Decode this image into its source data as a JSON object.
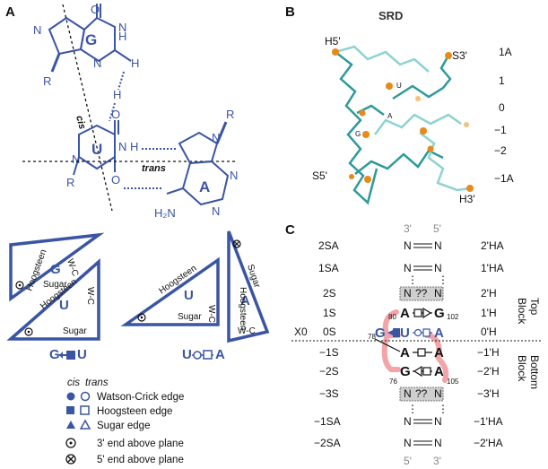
{
  "panels": {
    "a": "A",
    "b": "B",
    "c": "C"
  },
  "panel_a": {
    "base_g": "G",
    "base_u": "U",
    "base_a": "A",
    "atom_n": "N",
    "atom_h": "H",
    "atom_o": "O",
    "atom_r": "R",
    "atom_h2n": "H₂N",
    "label_cis": "cis",
    "label_trans": "trans",
    "tri_hoogsteen": "Hoogsteen",
    "tri_sugar": "Sugar",
    "tri_wc": "W-C",
    "notation_left": "G←U",
    "notation_right": "U–○□–A",
    "legend_cis": "cis",
    "legend_trans": "trans",
    "legend_items": [
      "Watson-Crick edge",
      "Hoogsteen edge",
      "Sugar edge",
      "3' end above plane",
      "5' end above plane"
    ]
  },
  "panel_b": {
    "title": "SRD",
    "labels": {
      "h5": "H5'",
      "s3": "S3'",
      "s5": "S5'",
      "h3": "H3'",
      "u": "U",
      "a": "A",
      "g": "G"
    },
    "axis": [
      "1A",
      "1",
      "0",
      "−1",
      "−2",
      "−1A"
    ]
  },
  "panel_c": {
    "top_prime_left": "3'",
    "top_prime_right": "5'",
    "bottom_prime_left": "5'",
    "bottom_prime_right": "3'",
    "left_col": [
      "2SA",
      "1SA",
      "2S",
      "1S",
      "0S",
      "−1S",
      "−2S",
      "−3S",
      "−1SA",
      "−2SA"
    ],
    "right_col": [
      "2'HA",
      "1'HA",
      "2'H",
      "1'H",
      "0'H",
      "−1'H",
      "−2'H",
      "−3'H",
      "−1'HA",
      "−2'HA"
    ],
    "x0_label": "X0",
    "pair_n": "N",
    "pair_unknown": "??",
    "pairs": [
      {
        "left": "A",
        "right": "G",
        "num_left": "80",
        "num_right": "102"
      },
      {
        "left": "U",
        "right": "A",
        "num_left": "",
        "num_right": ""
      },
      {
        "left": "A",
        "right": "A",
        "num_left": "",
        "num_right": ""
      },
      {
        "left": "G",
        "right": "A",
        "num_left": "76",
        "num_right": "105"
      }
    ],
    "side_g": "G",
    "side_num": "78",
    "top_block": [
      "Top",
      "Block"
    ],
    "bottom_block": [
      "Bottom",
      "Block"
    ]
  }
}
